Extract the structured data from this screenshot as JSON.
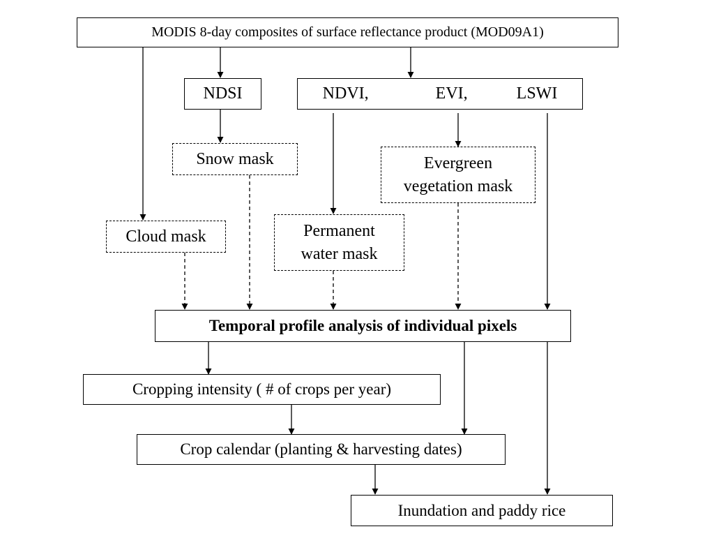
{
  "diagram": {
    "nodes": {
      "modis": "MODIS 8-day composites of surface reflectance product (MOD09A1)",
      "ndsi": "NDSI",
      "ndvi": "NDVI,",
      "evi": "EVI,",
      "lswi": "LSWI",
      "snow_mask": "Snow mask",
      "evergreen_mask_line1": "Evergreen",
      "evergreen_mask_line2": "vegetation mask",
      "cloud_mask": "Cloud mask",
      "water_mask_line1": "Permanent",
      "water_mask_line2": "water mask",
      "temporal_profile": "Temporal profile analysis of individual pixels",
      "cropping_intensity": "Cropping intensity ( # of crops per year)",
      "crop_calendar": "Crop calendar (planting & harvesting dates)",
      "inundation": "Inundation and paddy rice"
    },
    "edges": [
      {
        "from": "modis",
        "to": "ndsi",
        "style": "solid"
      },
      {
        "from": "modis",
        "to": "ndvi-evi-lswi",
        "style": "solid"
      },
      {
        "from": "modis",
        "to": "cloud_mask",
        "style": "solid"
      },
      {
        "from": "ndsi",
        "to": "snow_mask",
        "style": "solid"
      },
      {
        "from": "ndvi",
        "to": "water_mask",
        "style": "solid"
      },
      {
        "from": "evi",
        "to": "evergreen_mask",
        "style": "solid"
      },
      {
        "from": "lswi",
        "to": "temporal_profile",
        "style": "solid"
      },
      {
        "from": "cloud_mask",
        "to": "temporal_profile",
        "style": "dashed"
      },
      {
        "from": "snow_mask",
        "to": "temporal_profile",
        "style": "dashed"
      },
      {
        "from": "water_mask",
        "to": "temporal_profile",
        "style": "dashed"
      },
      {
        "from": "evergreen_mask",
        "to": "temporal_profile",
        "style": "dashed"
      },
      {
        "from": "temporal_profile",
        "to": "cropping_intensity",
        "style": "solid"
      },
      {
        "from": "temporal_profile",
        "to": "crop_calendar",
        "style": "solid"
      },
      {
        "from": "temporal_profile",
        "to": "inundation",
        "style": "solid"
      },
      {
        "from": "cropping_intensity",
        "to": "crop_calendar",
        "style": "solid"
      },
      {
        "from": "crop_calendar",
        "to": "inundation",
        "style": "solid"
      }
    ]
  }
}
